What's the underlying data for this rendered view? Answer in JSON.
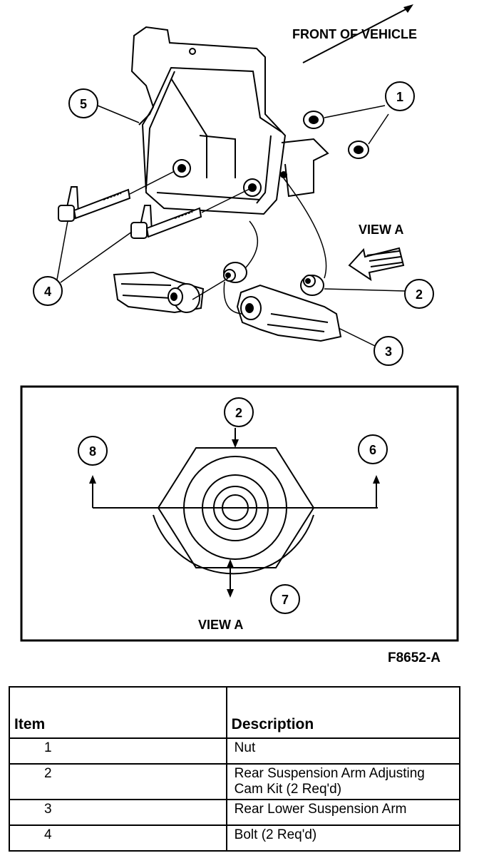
{
  "labels": {
    "front_of_vehicle": "FRONT OF VEHICLE",
    "view_a_top": "VIEW A",
    "view_a_bottom": "VIEW A",
    "figure_id": "F8652-A"
  },
  "callouts": [
    "1",
    "2",
    "3",
    "4",
    "5",
    "2",
    "8",
    "6",
    "7"
  ],
  "table": {
    "headers": {
      "item": "Item",
      "description": "Description"
    },
    "rows": [
      {
        "item": "1",
        "description": "Nut"
      },
      {
        "item": "2",
        "description": "Rear Suspension Arm Adjusting Cam Kit  (2 Req'd)"
      },
      {
        "item": "3",
        "description": "Rear Lower Suspension Arm"
      },
      {
        "item": "4",
        "description": "Bolt (2 Req'd)"
      }
    ]
  }
}
